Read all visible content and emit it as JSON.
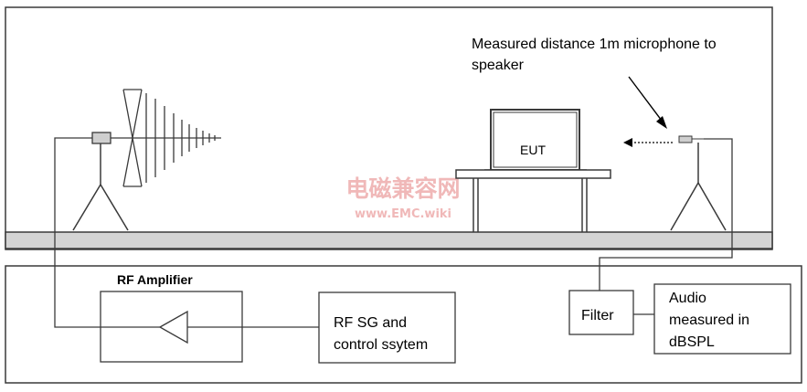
{
  "labels": {
    "distance_note_line1": "Measured distance 1m microphone to",
    "distance_note_line2": "speaker",
    "eut": "EUT",
    "rf_amplifier": "RF Amplifier",
    "rf_sg_line1": "RF SG and",
    "rf_sg_line2": "control ssytem",
    "filter": "Filter",
    "audio_line1": "Audio",
    "audio_line2": "measured in",
    "audio_line3": "dBSPL"
  },
  "watermark": {
    "line1": "电磁兼容网",
    "line2": "www.EMC.wiki"
  },
  "colors": {
    "line": "#3a3a3a",
    "floor_fill": "#d4d4d4",
    "watermark": "#f0b8b8"
  }
}
